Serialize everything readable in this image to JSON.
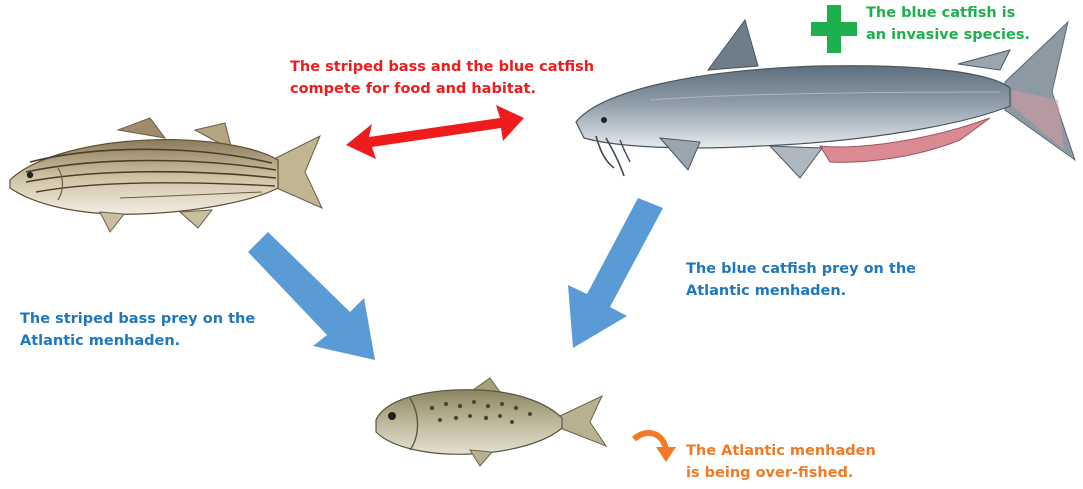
{
  "colors": {
    "competition": "#ee1c1c",
    "predation": "#1f77bf",
    "invasive": "#1fb04e",
    "overfished": "#ef7a28",
    "arrow_fill": "#5b9bd5"
  },
  "icons": {
    "competition": "double-arrow-icon",
    "invasive": "plus-icon",
    "overfished": "curved-arrow-icon"
  },
  "organisms": {
    "striped_bass": "striped bass",
    "blue_catfish": "blue catfish",
    "menhaden": "Atlantic menhaden"
  },
  "labels": {
    "competition": {
      "line1": "The striped bass and the blue catfish",
      "line2": "compete for food and habitat."
    },
    "invasive": {
      "line1": "The blue catfish is",
      "line2": "an invasive species."
    },
    "catfish_prey": {
      "line1": "The blue catfish prey on the",
      "line2": "Atlantic menhaden."
    },
    "bass_prey": {
      "line1": "The striped bass prey on the",
      "line2": "Atlantic menhaden."
    },
    "overfished": {
      "line1": "The Atlantic menhaden",
      "line2": "is being over-fished."
    }
  }
}
